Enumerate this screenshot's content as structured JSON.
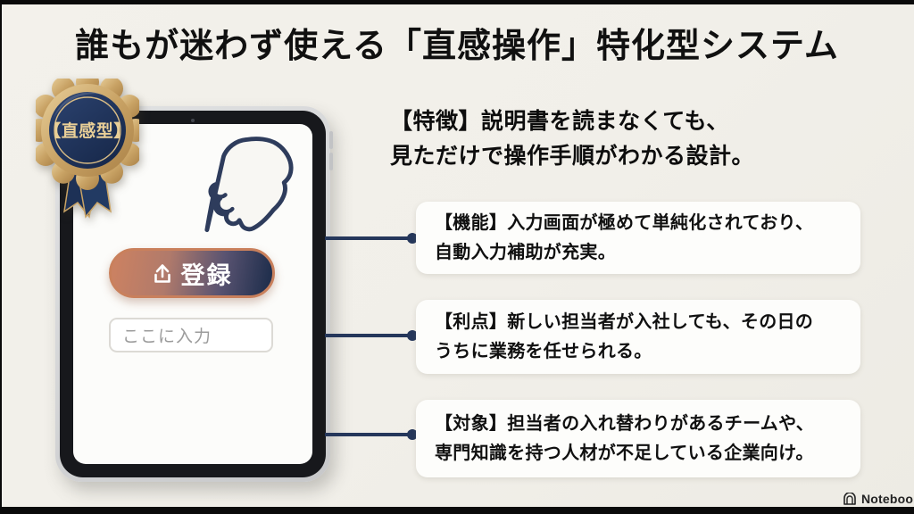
{
  "title": "誰もが迷わず使える「直感操作」特化型システム",
  "badge": {
    "label": "【直感型】"
  },
  "tablet": {
    "button_label": "登録",
    "button_icon": "upload-icon",
    "input_placeholder": "ここに入力"
  },
  "feature_note": "【特徴】説明書を読まなくても、\n見ただけで操作手順がわかる設計。",
  "info_boxes": [
    {
      "text": "【機能】入力画面が極めて単純化されており、\n自動入力補助が充実。"
    },
    {
      "text": "【利点】新しい担当者が入社しても、その日の\nうちに業務を任せられる。"
    },
    {
      "text": "【対象】担当者の入れ替わりがあるチームや、\n専門知識を持つ人材が不足している企業向け。"
    }
  ],
  "watermark": {
    "label": "NotebookLM",
    "icon": "notebooklm-logo-icon"
  },
  "colors": {
    "navy": "#25375b",
    "gold": "#c9a365",
    "copper": "#c9805c",
    "background": "#f1efe9",
    "box": "#fdfdfb",
    "ink": "#101010"
  }
}
